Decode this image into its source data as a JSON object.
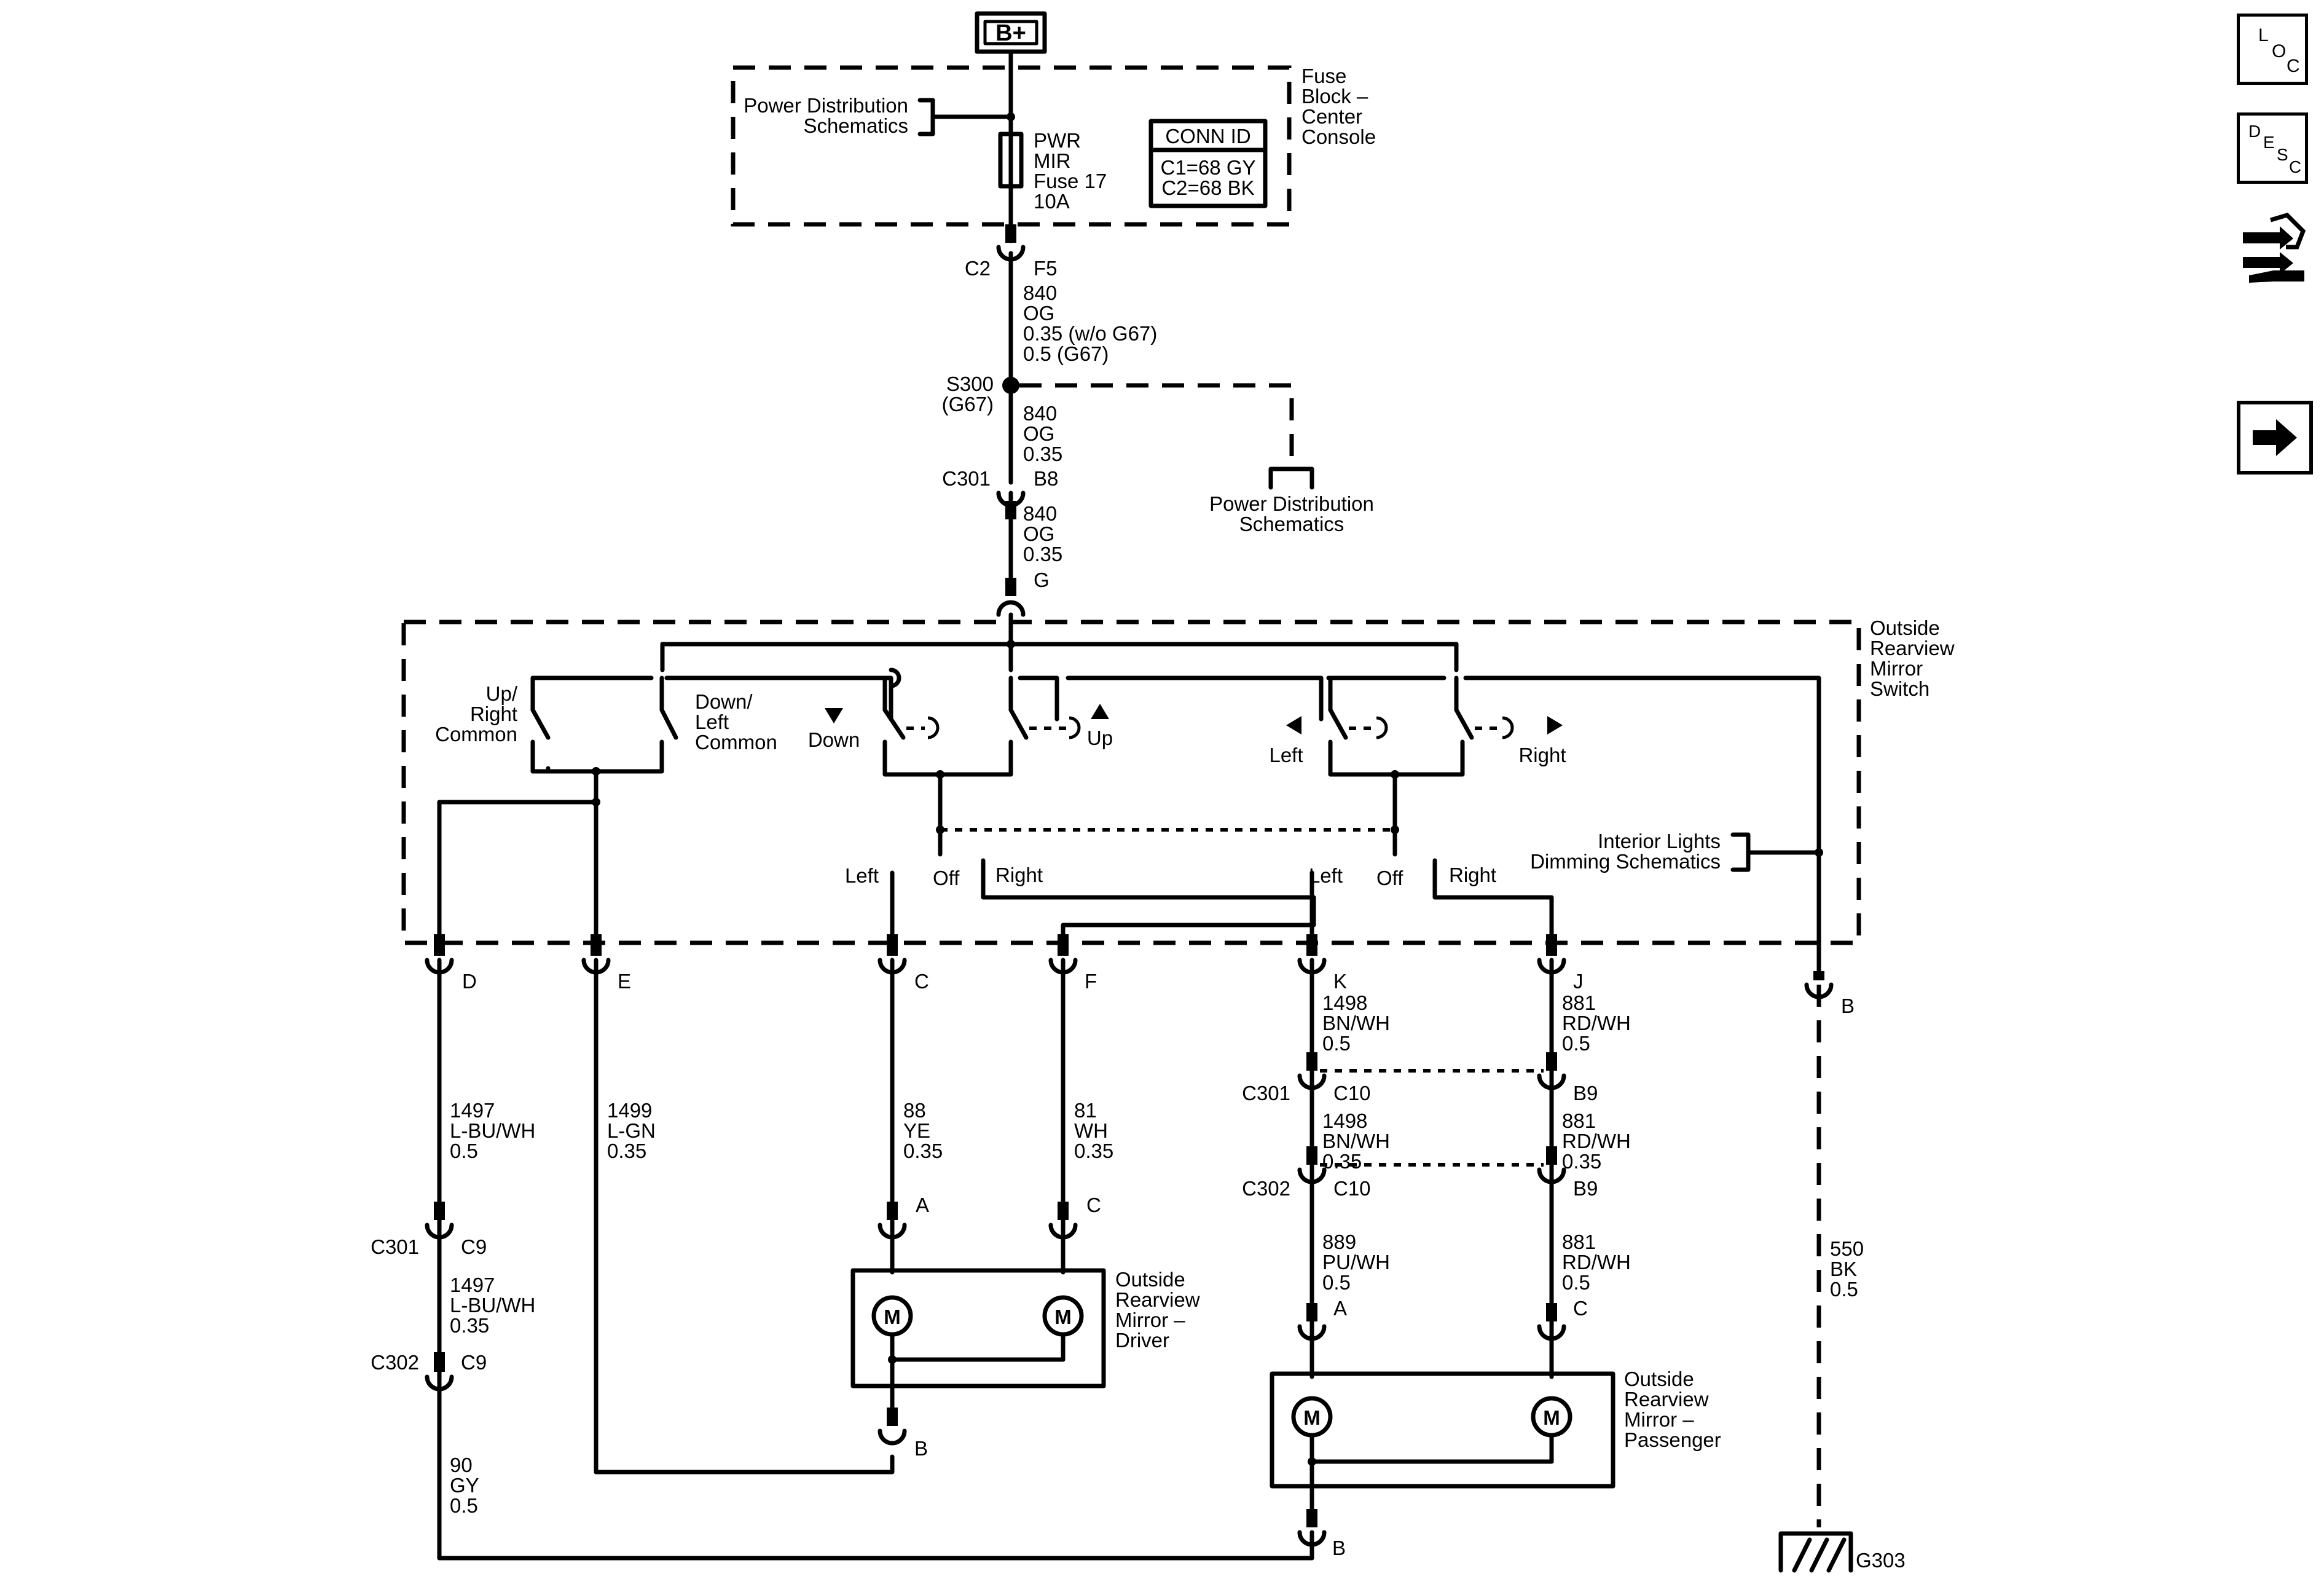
{
  "power_source": "B+",
  "fuse_block": {
    "title": [
      "Fuse",
      "Block –",
      "Center",
      "Console"
    ],
    "ref_label": [
      "Power Distribution",
      "Schematics"
    ],
    "fuse": [
      "PWR",
      "MIR",
      "Fuse 17",
      "10A"
    ],
    "conn_title": "CONN ID",
    "conn_rows": [
      "C1=68 GY",
      "C2=68 BK"
    ],
    "connector": "C2",
    "pin": "F5"
  },
  "feed": {
    "wire1": [
      "840",
      "OG",
      "0.35 (w/o G67)",
      "0.5 (G67)"
    ],
    "splice": [
      "S300",
      "(G67)"
    ],
    "wire2": [
      "840",
      "OG",
      "0.35"
    ],
    "conn": "C301",
    "conn_pin": "B8",
    "wire3": [
      "840",
      "OG",
      "0.35"
    ],
    "switch_pin": "G",
    "ref_label": [
      "Power Distribution",
      "Schematics"
    ]
  },
  "switch": {
    "title": [
      "Outside",
      "Rearview",
      "Mirror",
      "Switch"
    ],
    "up_right_common": [
      "Up/",
      "Right",
      "Common"
    ],
    "down_left_common": [
      "Down/",
      "Left",
      "Common"
    ],
    "down": "Down",
    "up": "Up",
    "left": "Left",
    "right": "Right",
    "out_left_1": "Left",
    "out_off_1": "Off",
    "out_right_1": "Right",
    "out_left_2": "Left",
    "out_off_2": "Off",
    "out_right_2": "Right",
    "interior_ref": [
      "Interior Lights",
      "Dimming Schematics"
    ],
    "pins": {
      "d": "D",
      "e": "E",
      "c": "C",
      "f": "F",
      "k": "K",
      "j": "J",
      "b": "B"
    }
  },
  "wires": {
    "d1": [
      "1497",
      "L-BU/WH",
      "0.5"
    ],
    "d_conn1": "C301",
    "d_pin1": "C9",
    "d2": [
      "1497",
      "L-BU/WH",
      "0.35"
    ],
    "d_conn2": "C302",
    "d_pin2": "C9",
    "d3": [
      "90",
      "GY",
      "0.5"
    ],
    "e": [
      "1499",
      "L-GN",
      "0.35"
    ],
    "c": [
      "88",
      "YE",
      "0.35"
    ],
    "f": [
      "81",
      "WH",
      "0.35"
    ],
    "k1": [
      "1498",
      "BN/WH",
      "0.5"
    ],
    "k_conn1": "C301",
    "k_pin1": "C10",
    "k2": [
      "1498",
      "BN/WH",
      "0.35"
    ],
    "k_conn2": "C302",
    "k_pin2": "C10",
    "k3": [
      "889",
      "PU/WH",
      "0.5"
    ],
    "j1": [
      "881",
      "RD/WH",
      "0.5"
    ],
    "j_pin1": "B9",
    "j2": [
      "881",
      "RD/WH",
      "0.35"
    ],
    "j_pin2": "B9",
    "j3": [
      "881",
      "RD/WH",
      "0.5"
    ],
    "b": [
      "550",
      "BK",
      "0.5"
    ],
    "ground": "G303"
  },
  "driver_mirror": {
    "title": [
      "Outside",
      "Rearview",
      "Mirror –",
      "Driver"
    ],
    "pin_a": "A",
    "pin_c": "C",
    "pin_b": "B",
    "motor": "M"
  },
  "passenger_mirror": {
    "title": [
      "Outside",
      "Rearview",
      "Mirror –",
      "Passenger"
    ],
    "pin_a": "A",
    "pin_c": "C",
    "pin_b": "B",
    "motor": "M"
  },
  "nav": {
    "loc": [
      "L",
      "O",
      "C"
    ],
    "desc": [
      "D",
      "E",
      "S",
      "C"
    ],
    "tools_icon": "connector-tool-icon",
    "next_icon": "right-arrow-icon"
  }
}
